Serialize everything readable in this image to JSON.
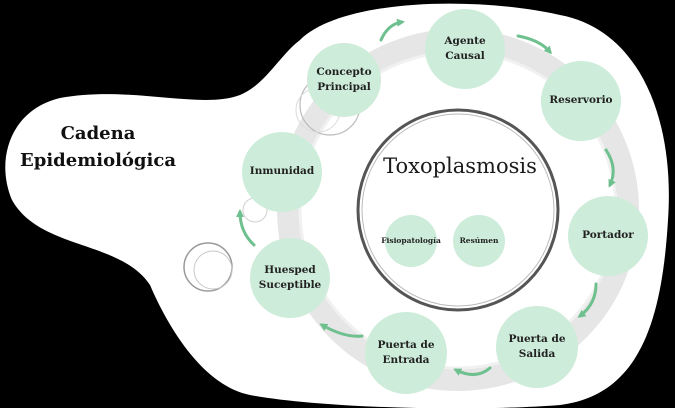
{
  "title": "Cadena\nEpidemiológica",
  "center": {
    "title": "Toxoplasmosis",
    "sub_items": [
      "Fisiopatología",
      "Resúmen"
    ]
  },
  "cycle_nodes": [
    "Concepto\nPrincipal",
    "Agente\nCausal",
    "Reservorio",
    "Portador",
    "Puerta de\nSalida",
    "Puerta de\nEntrada",
    "Huesped\nSuceptible",
    "Inmunidad"
  ],
  "colors": {
    "background": "#000000",
    "blob": "#ffffff",
    "node_fill": "#cdecd9",
    "arrow": "#6fc08f",
    "ring": "#e6e6e6"
  }
}
